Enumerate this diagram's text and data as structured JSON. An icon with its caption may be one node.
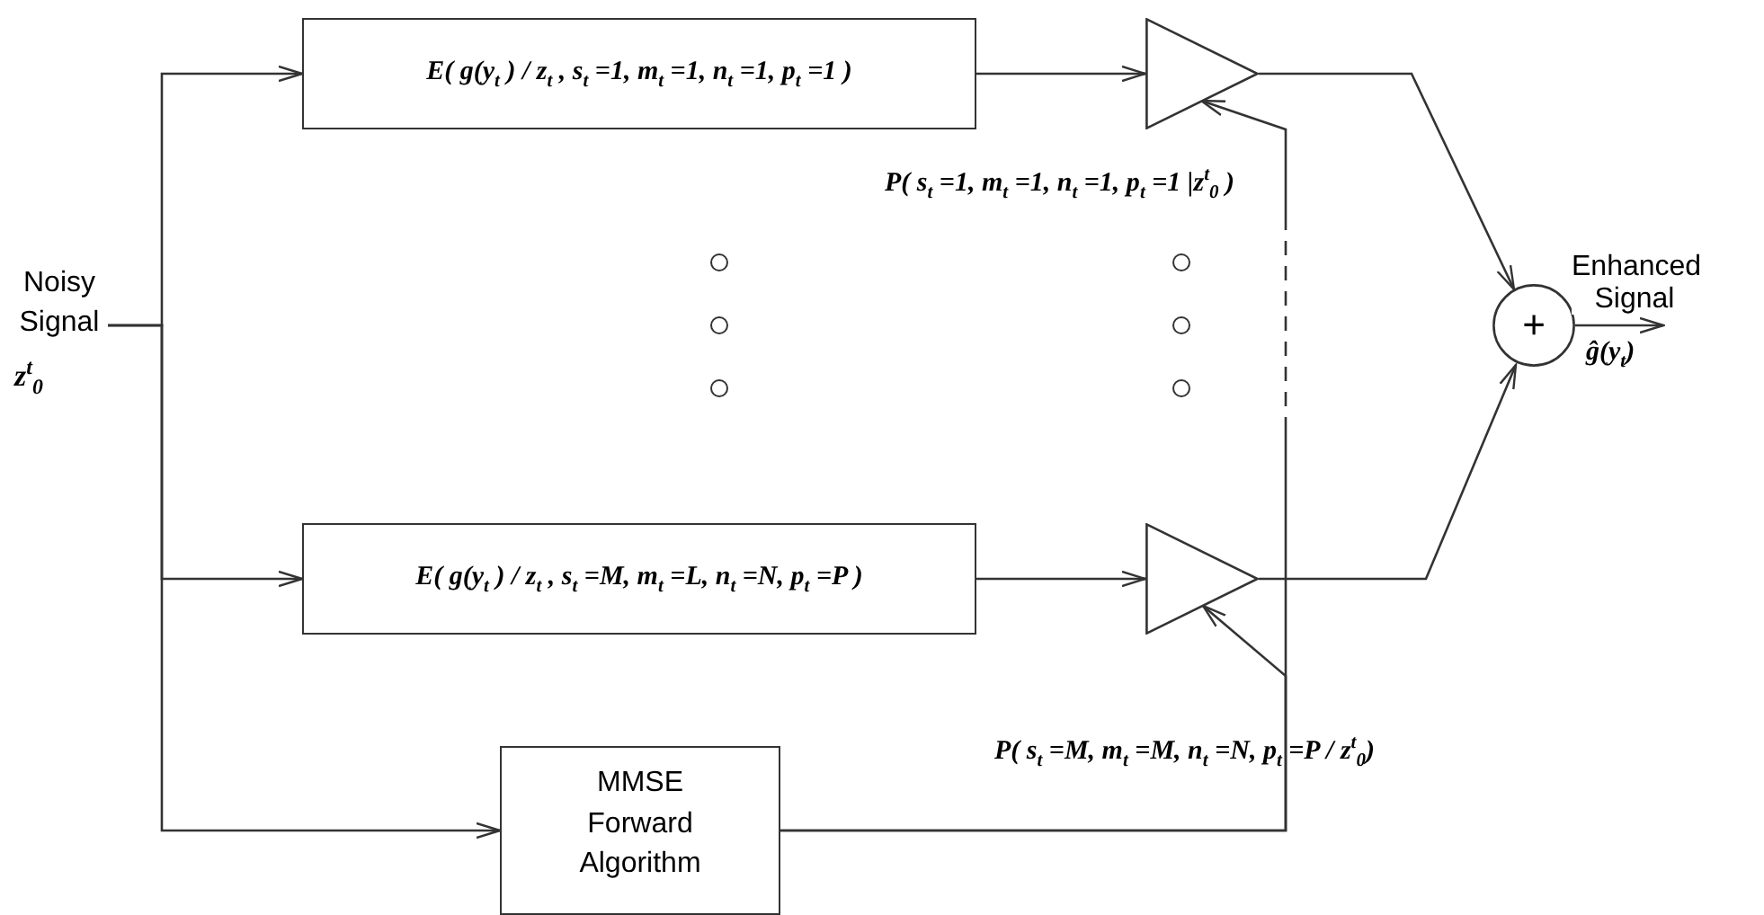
{
  "diagram": {
    "nodes": [
      {
        "text": [
          "Noisy Signal",
          "z$^{t}$$_{0}$"
        ]
      },
      {
        "text": [
          "E( g(y$_{t}$ ) / z$_{t}$ , s$_{t}$ =1, m$_{t}$ =1, n$_{t}$ =1, p$_{t}$ =1 )"
        ]
      },
      {
        "text": [
          "E( g(y$_{t}$ ) / z$_{t}$ , s$_{t}$ =M, m$_{t}$ =L, n$_{t}$ =N, p$_{t}$ =P )"
        ]
      },
      {
        "text": [
          "MMSE Forward Algorithm"
        ]
      },
      {
        "text": [],
        "shape": "triangle",
        "beside": [
          "P( s$_{t}$ =1, m$_{t}$ =1, n$_{t}$ =1, p$_{t}$ =1 |z$^{t}$$_{0}$ )"
        ]
      },
      {
        "text": [],
        "shape": "triangle",
        "beside": [
          "P( s$_{t}$ =M, m$_{t}$ =M, n$_{t}$ =N, p$_{t}$ =P  / z$^{t}$$_{0}$)"
        ]
      },
      {
        "text": [
          "+"
        ]
      }
    ],
    "edges": [
      {
        "from": 0,
        "to": 1,
        "arrow": "to"
      },
      {
        "from": 0,
        "to": 2,
        "arrow": "to"
      },
      {
        "from": 0,
        "to": 3,
        "arrow": "to"
      },
      {
        "from": 1,
        "to": 4,
        "arrow": "to"
      },
      {
        "from": 2,
        "to": 5,
        "arrow": "to"
      },
      {
        "from": 3,
        "to": 4,
        "arrow": "to",
        "style": "dashed"
      },
      {
        "from": 3,
        "to": 5,
        "arrow": "to"
      },
      {
        "from": 4,
        "to": 6,
        "arrow": "to"
      },
      {
        "from": 5,
        "to": 6,
        "arrow": "to"
      },
      {
        "from": 6,
        "to": null,
        "arrow": "to",
        "label": "Enhanced Signal"
      }
    ],
    "labels": [
      "ĝ(y$_{t}$)"
    ]
  }
}
